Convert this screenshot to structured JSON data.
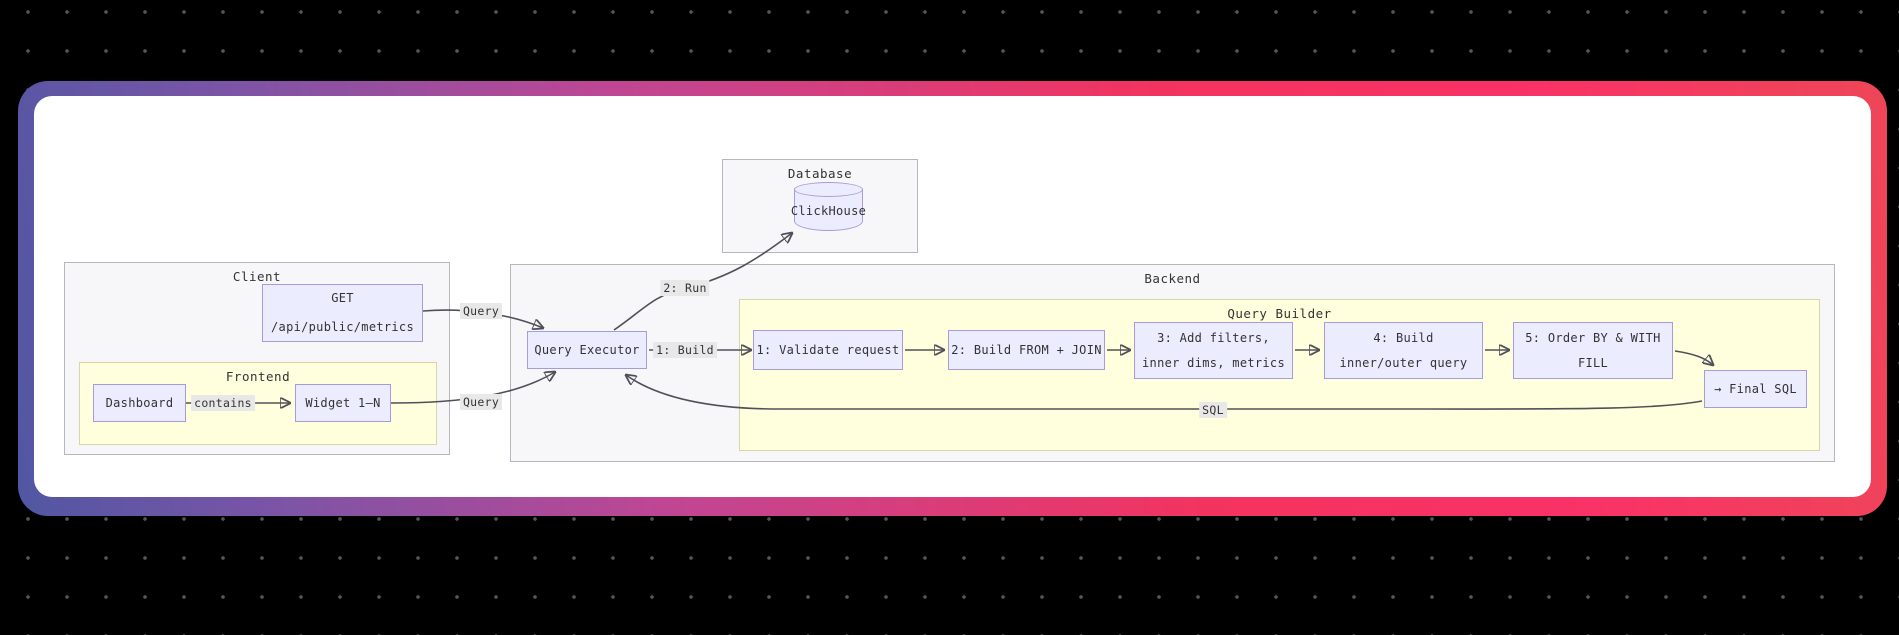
{
  "theme": {
    "bg": "#000000",
    "dot": "#56565c",
    "card_bg": "#ffffff",
    "grad_1": "#5157a3",
    "grad_2": "#7d54a6",
    "grad_3": "#c04693",
    "grad_4": "#f3335f",
    "grad_5": "#f93267",
    "grad_6": "#ee4657",
    "node_fill": "#ececff",
    "node_border": "#a89bdb",
    "cluster_gray": "#f7f7f9",
    "cluster_gray_border": "#b6b6be",
    "cluster_yellow": "#ffffde",
    "cluster_yellow_border": "#d6d6aa",
    "edge": "#50505a",
    "label_bg": "#e8e8e8",
    "text": "#333333"
  },
  "diagram": {
    "clusters": {
      "database": {
        "label": "Database"
      },
      "client": {
        "label": "Client"
      },
      "frontend": {
        "label": "Frontend"
      },
      "backend": {
        "label": "Backend"
      },
      "query_builder": {
        "label": "Query Builder"
      }
    },
    "nodes": {
      "clickhouse": {
        "label": "ClickHouse"
      },
      "get": {
        "line1": "GET",
        "line2": "/api/public/metrics"
      },
      "dashboard": {
        "label": "Dashboard"
      },
      "widget": {
        "label": "Widget 1–N"
      },
      "query_executor": {
        "label": "Query Executor"
      },
      "validate": {
        "label": "1: Validate request"
      },
      "build_from": {
        "label": "2: Build FROM + JOIN"
      },
      "add_filters": {
        "line1": "3: Add filters,",
        "line2": "inner dims, metrics"
      },
      "build_inner": {
        "line1": "4: Build",
        "line2": "inner/outer query"
      },
      "order_by": {
        "line1": "5: Order BY & WITH",
        "line2": "FILL"
      },
      "final_sql": {
        "label": "→ Final SQL"
      }
    },
    "edge_labels": {
      "query_get": "Query",
      "query_widget": "Query",
      "contains": "contains",
      "build": "1: Build",
      "run": "2: Run",
      "sql": "SQL"
    }
  }
}
